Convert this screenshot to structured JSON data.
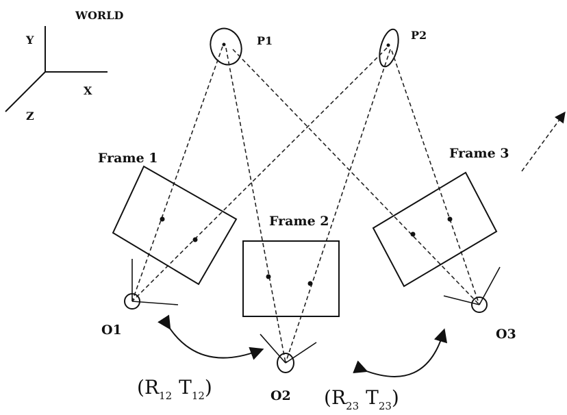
{
  "labels": {
    "world": "WORLD",
    "axis_y": "Y",
    "axis_x": "X",
    "axis_z": "Z",
    "p1": "P1",
    "p2": "P2",
    "frame1": "Frame 1",
    "frame2": "Frame 2",
    "frame3": "Frame 3",
    "o1": "O1",
    "o2": "O2",
    "o3": "O3"
  },
  "transforms": {
    "t12": {
      "R": "R",
      "R_sub": "12",
      "T": "T",
      "T_sub": "12"
    },
    "t23": {
      "R": "R",
      "R_sub": "23",
      "T": "T",
      "T_sub": "23"
    }
  }
}
